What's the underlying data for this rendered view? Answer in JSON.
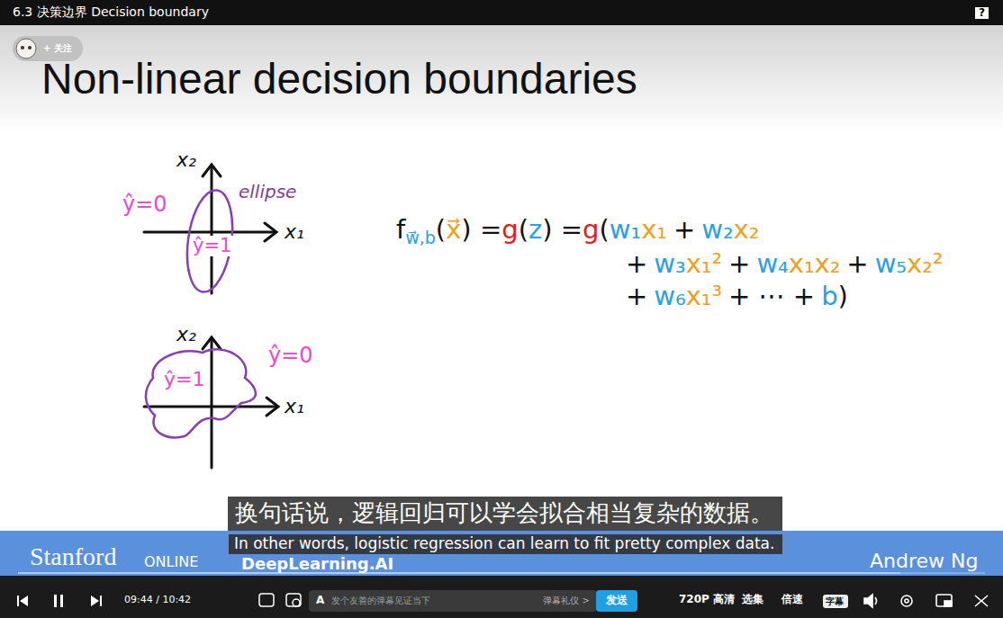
{
  "diagram": {
    "title": "Non-linear decision boundaries",
    "nodes": [
      {
        "text": [
          "+ 关注"
        ]
      },
      {
        "text": [
          "换句话说，逻辑回归可以学会拟合相当复杂的数据。"
        ]
      },
      {
        "text": [
          "In other words, logistic regression can learn to fit pretty complex data."
        ]
      },
      {
        "text": [
          "A",
          "发个友善的弹幕见证当下",
          "弹幕礼仪 >"
        ]
      },
      {
        "text": [
          "发送"
        ]
      },
      {
        "text": [
          "字幕"
        ]
      }
    ],
    "labels": [
      "6.3 决策边界 Decision boundary",
      "?",
      "x₂",
      "x₁",
      "ŷ=0",
      "ellipse",
      "ŷ=1",
      "x₂",
      "ŷ=0",
      "ŷ=1",
      "x₁",
      "f",
      "w⃗,b",
      "(",
      "x⃗",
      ") =",
      "g",
      "(",
      "z",
      ") =",
      "g",
      "(",
      "w₁",
      "x₁",
      "+",
      "w₂",
      "x₂",
      "+",
      "w₃",
      "x₁²",
      "+",
      "w₄",
      "x₁x₂",
      "+",
      "w₅",
      "x₂²",
      "+",
      "w₆",
      "x₁³",
      "+ ⋯ +",
      "b",
      ")",
      "Stanford",
      "ONLINE",
      "DeepLearning.AI",
      "Andrew Ng",
      "09:44 / 10:42",
      "720P 高清",
      "选集",
      "倍速"
    ]
  }
}
